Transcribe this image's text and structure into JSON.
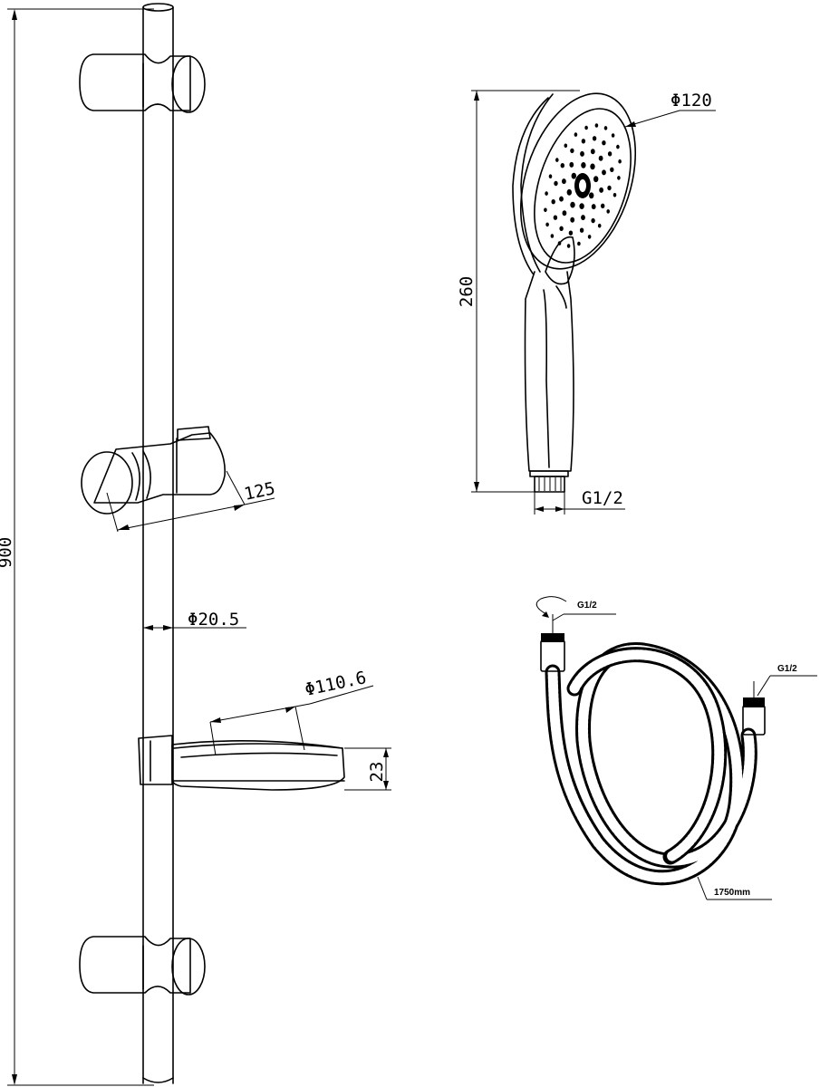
{
  "diagram": {
    "bar_length_label": "900",
    "slider_depth_label": "125",
    "rail_diameter_label": "Φ20.5",
    "dish_diameter_label": "Φ110.6",
    "dish_height_label": "23",
    "head_diameter_label": "Φ120",
    "handshower_length_label": "260",
    "handshower_thread_label": "G1/2",
    "hose_thread_top_label": "G1/2",
    "hose_thread_right_label": "G1/2",
    "hose_length_label": "1750mm"
  },
  "colors": {
    "line": "#000000",
    "background": "#ffffff"
  }
}
